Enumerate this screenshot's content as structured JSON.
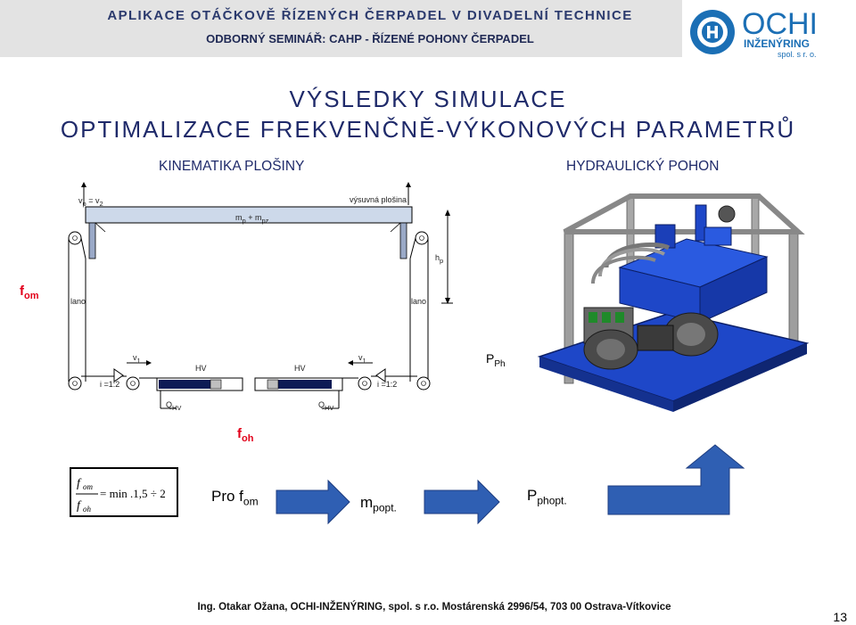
{
  "header": {
    "title": "APLIKACE OTÁČKOVĚ ŘÍZENÝCH ČERPADEL V DIVADELNÍ TECHNICE",
    "subtitle": "ODBORNÝ SEMINÁŘ: CAHP - ŘÍZENÉ POHONY ČERPADEL",
    "logo_text": "OCHI",
    "logo_sub1": "INŽENÝRING",
    "logo_sub2": "spol. s r. o."
  },
  "slide": {
    "title_line1": "VÝSLEDKY SIMULACE",
    "title_line2": "OPTIMALIZACE FREKVENČNĚ-VÝKONOVÝCH PARAMETRŮ",
    "left_section": "KINEMATIKA PLOŠINY",
    "right_section": "HYDRAULICKÝ POHON"
  },
  "diagram": {
    "vp": "v",
    "vp_sub": "p",
    "eq": "= v",
    "v2_sub": "2",
    "platform_label": "výsuvná plošina",
    "mass": "m",
    "mass_sub1": "p",
    "mass_plus": "+ m",
    "mass_sub2": "pz",
    "hp": "h",
    "hp_sub": "p",
    "rope_left": "lano",
    "rope_right": "lano",
    "f_om": "f",
    "f_om_sub": "om",
    "v1": "v",
    "v1_sub": "1",
    "hv": "HV",
    "ratio": "i =1:2",
    "q": "Q",
    "q_sub": "HV",
    "f_oh": "f",
    "f_oh_sub": "oh",
    "p_ph": "P",
    "p_ph_sub": "Ph"
  },
  "formula": {
    "num": "f",
    "num_sub": "om",
    "den": "f",
    "den_sub": "oh",
    "rhs": "= min .1,5 ÷ 2"
  },
  "bottom": {
    "pro": "Pro f",
    "pro_sub": "om",
    "m": "m",
    "m_sub": "popt.",
    "p": "P",
    "p_sub": "phopt."
  },
  "footer": {
    "text": "Ing. Otakar Ožana, OCHI-INŽENÝRING, spol. s r.o. Mostárenská 2996/54, 703 00 Ostrava-Vítkovice",
    "page": "13"
  },
  "colors": {
    "navy": "#1f2a6a",
    "red": "#e2001a",
    "arrow_blue": "#2f5fb3",
    "hydraulic_blue": "#1e47c8"
  }
}
